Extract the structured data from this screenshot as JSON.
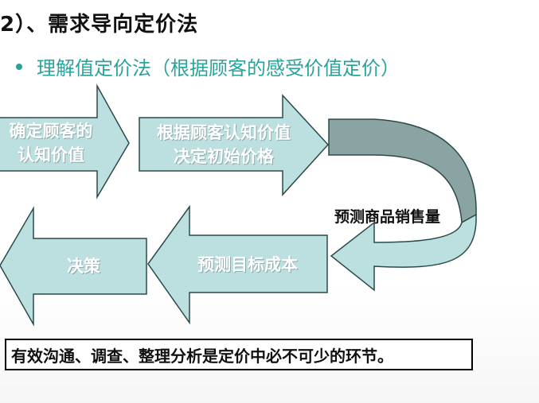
{
  "title": "2）、需求导向定价法",
  "bullet": "理解值定价法（根据顾客的感受价值定价）",
  "flow": {
    "step1": [
      "确定顾客的",
      "认知价值"
    ],
    "step2": [
      "根据顾客认知价值",
      "决定初始价格"
    ],
    "curve_label": "预测商品销售量",
    "step3": "预测目标成本",
    "step4": "决策"
  },
  "note": "有效沟通、调查、整理分析是定价中必不可少的环节。",
  "colors": {
    "arrow_fill": "#bcdfe0",
    "arrow_stroke": "#2d4a4a",
    "curve_dark": "#8aa3a3",
    "accent_text": "#2aa39a"
  }
}
